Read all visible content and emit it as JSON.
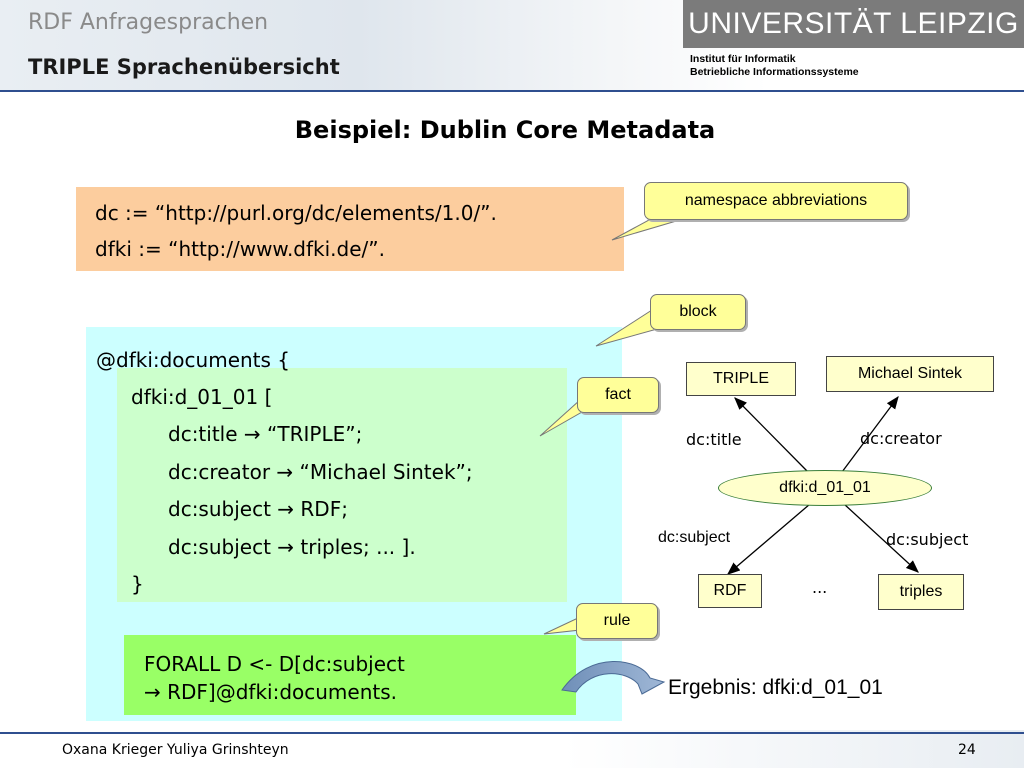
{
  "header": {
    "kicker": "RDF Anfragesprachen",
    "subtitle": "TRIPLE Sprachenübersicht",
    "university": "UNIVERSITÄT LEIPZIG",
    "institute_line1": "Institut für Informatik",
    "institute_line2": "Betriebliche Informationssysteme"
  },
  "slide": {
    "heading": "Beispiel: Dublin Core Metadata"
  },
  "namespaces": {
    "line1": "dc := “http://purl.org/dc/elements/1.0/”.",
    "line2": "dfki := “http://www.dfki.de/”."
  },
  "block": {
    "open": "@dfki:documents {",
    "fact_open": "dfki:d_01_01 [",
    "title_line": "dc:title → “TRIPLE”;",
    "creator_line": "dc:creator → “Michael Sintek”;",
    "subject_line1": "dc:subject → RDF;",
    "subject_line2": "dc:subject → triples; ... ].",
    "close": "}"
  },
  "rule": {
    "line1": "FORALL D <- D[dc:subject",
    "line2": "→ RDF]@dfki:documents."
  },
  "callouts": {
    "namespace": "namespace abbreviations",
    "block": "block",
    "fact": "fact",
    "rule": "rule"
  },
  "graph": {
    "center": "dfki:d_01_01",
    "node_triple": "TRIPLE",
    "node_creator": "Michael Sintek",
    "node_rdf": "RDF",
    "node_triples": "triples",
    "ellipsis": "...",
    "edge_title": "dc:title",
    "edge_creator": "dc:creator",
    "edge_subject_left": "dc:subject",
    "edge_subject_right": "dc:subject"
  },
  "result": "Ergebnis: dfki:d_01_01",
  "footer": {
    "authors": "Oxana Krieger  Yuliya Grinshteyn",
    "page_number": "24"
  },
  "colors": {
    "namespace_bg": "#fccd9e",
    "block_bg": "#ccffff",
    "fact_bg": "#ccffcc",
    "rule_bg": "#99ff66",
    "callout_bg": "#ffff99",
    "node_bg": "#ffffcc",
    "accent_rule": "#2f4f8f"
  }
}
